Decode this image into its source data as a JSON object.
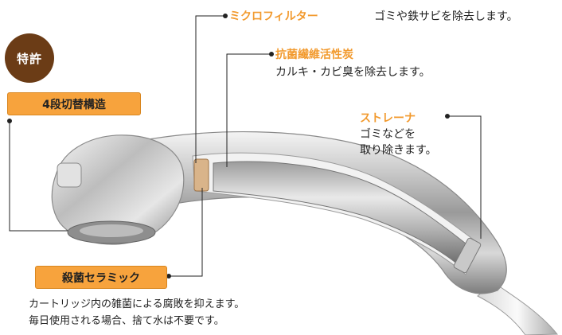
{
  "badge": {
    "text": "特許"
  },
  "tags": {
    "switch_structure": "4段切替構造",
    "ceramic": "殺菌セラミック"
  },
  "callouts": {
    "micro_filter": {
      "name": "ミクロフィルター",
      "description": "ゴミや鉄サビを除去します。"
    },
    "activated_carbon": {
      "name": "抗菌繊維活性炭",
      "description": "カルキ・カビ臭を除去します。"
    },
    "strainer": {
      "name": "ストレーナ",
      "description_line1": "ゴミなどを",
      "description_line2": "取り除きます。"
    },
    "ceramic": {
      "description_line1": "カートリッジ内の雑菌による腐敗を抑えます。",
      "description_line2": "毎日使用される場合、捨て水は不要です。"
    }
  },
  "colors": {
    "accent_orange": "#f7a33d",
    "label_orange": "#f29a2e",
    "badge_brown": "#6b3c16",
    "text_dark": "#222222"
  }
}
